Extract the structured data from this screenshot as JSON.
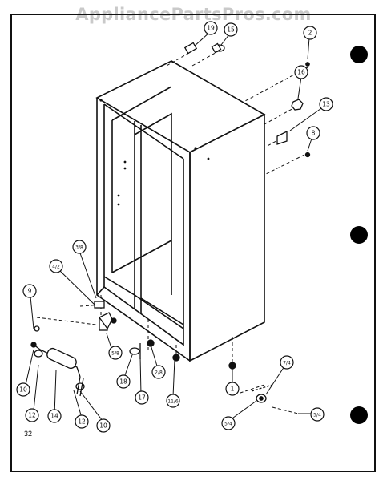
{
  "watermark": "AppliancePartsPros.com",
  "page_number": "32",
  "callouts": [
    {
      "id": "c19",
      "label": "19"
    },
    {
      "id": "c15",
      "label": "15"
    },
    {
      "id": "c2a",
      "label": "2"
    },
    {
      "id": "c16",
      "label": "16"
    },
    {
      "id": "c13",
      "label": "13"
    },
    {
      "id": "c8",
      "label": "8"
    },
    {
      "id": "c9",
      "label": "9"
    },
    {
      "id": "c3_8",
      "label": "3/8"
    },
    {
      "id": "c4_2",
      "label": "4/2"
    },
    {
      "id": "c5_8",
      "label": "5/8"
    },
    {
      "id": "c10a",
      "label": "10"
    },
    {
      "id": "c12a",
      "label": "12"
    },
    {
      "id": "c14",
      "label": "14"
    },
    {
      "id": "c12b",
      "label": "12"
    },
    {
      "id": "c10b",
      "label": "10"
    },
    {
      "id": "c18",
      "label": "18"
    },
    {
      "id": "c17",
      "label": "17"
    },
    {
      "id": "c2_8",
      "label": "2/8"
    },
    {
      "id": "c11_6",
      "label": "11/6"
    },
    {
      "id": "c1",
      "label": "1"
    },
    {
      "id": "c7_4",
      "label": "7/4"
    },
    {
      "id": "c5_4a",
      "label": "5/4"
    },
    {
      "id": "c5_4b",
      "label": "5/4"
    }
  ]
}
